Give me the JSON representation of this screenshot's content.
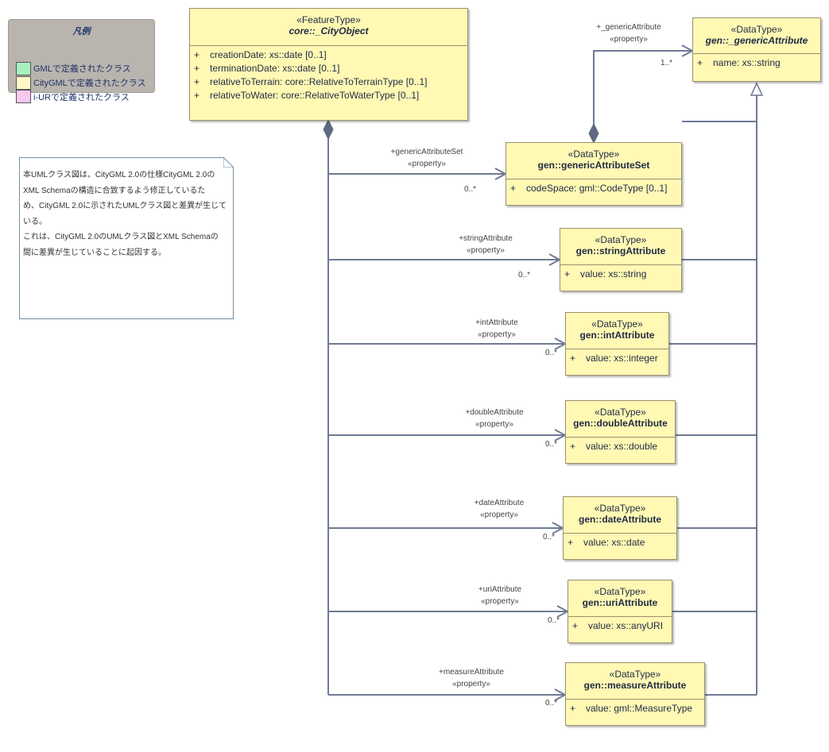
{
  "legend": {
    "title": "凡例",
    "items": [
      {
        "label": "GMLで定義されたクラス",
        "color": "#a8f0c0"
      },
      {
        "label": "CityGMLで定義されたクラス",
        "color": "#fff9c8"
      },
      {
        "label": "i-URで定義されたクラス",
        "color": "#f8c8f0"
      }
    ]
  },
  "note": {
    "lines": [
      "本UMLクラス図は、CityGML 2.0の仕様CityGML 2.0の",
      "XML Schemaの構造に合致するよう修正しているた",
      "め、CityGML 2.0に示されたUMLクラス図と差異が生じて",
      "いる。",
      "これは、CityGML 2.0のUMLクラス図とXML Schemaの",
      "間に差異が生じていることに起因する。"
    ]
  },
  "classes": {
    "city_object": {
      "stereotype": "«FeatureType»",
      "name": "core::_CityObject",
      "attributes": [
        {
          "vis": "+",
          "text": "creationDate: xs::date [0..1]"
        },
        {
          "vis": "+",
          "text": "terminationDate: xs::date [0..1]"
        },
        {
          "vis": "+",
          "text": "relativeToTerrain: core::RelativeToTerrainType [0..1]"
        },
        {
          "vis": "+",
          "text": "relativeToWater: core::RelativeToWaterType [0..1]"
        }
      ]
    },
    "generic_attribute": {
      "stereotype": "«DataType»",
      "name": "gen::_genericAttribute",
      "attributes": [
        {
          "vis": "+",
          "text": "name: xs::string"
        }
      ]
    },
    "generic_attribute_set": {
      "stereotype": "«DataType»",
      "name": "gen::genericAttributeSet",
      "attributes": [
        {
          "vis": "+",
          "text": "codeSpace: gml::CodeType [0..1]"
        }
      ]
    },
    "string_attribute": {
      "stereotype": "«DataType»",
      "name": "gen::stringAttribute",
      "attributes": [
        {
          "vis": "+",
          "text": "value: xs::string"
        }
      ]
    },
    "int_attribute": {
      "stereotype": "«DataType»",
      "name": "gen::intAttribute",
      "attributes": [
        {
          "vis": "+",
          "text": "value: xs::integer"
        }
      ]
    },
    "double_attribute": {
      "stereotype": "«DataType»",
      "name": "gen::doubleAttribute",
      "attributes": [
        {
          "vis": "+",
          "text": "value: xs::double"
        }
      ]
    },
    "date_attribute": {
      "stereotype": "«DataType»",
      "name": "gen::dateAttribute",
      "attributes": [
        {
          "vis": "+",
          "text": "value: xs::date"
        }
      ]
    },
    "uri_attribute": {
      "stereotype": "«DataType»",
      "name": "gen::uriAttribute",
      "attributes": [
        {
          "vis": "+",
          "text": "value: xs::anyURI"
        }
      ]
    },
    "measure_attribute": {
      "stereotype": "«DataType»",
      "name": "gen::measureAttribute",
      "attributes": [
        {
          "vis": "+",
          "text": "value: gml::MeasureType"
        }
      ]
    }
  },
  "associations": {
    "generic_attribute": {
      "role": "+_genericAttribute",
      "stereotype": "«property»",
      "multiplicity": "1..*"
    },
    "generic_attribute_set": {
      "role": "+genericAttributeSet",
      "stereotype": "«property»",
      "multiplicity": "0..*"
    },
    "string_attribute": {
      "role": "+stringAttribute",
      "stereotype": "«property»",
      "multiplicity": "0..*"
    },
    "int_attribute": {
      "role": "+intAttribute",
      "stereotype": "«property»",
      "multiplicity": "0..*"
    },
    "double_attribute": {
      "role": "+doubleAttribute",
      "stereotype": "«property»",
      "multiplicity": "0..*"
    },
    "date_attribute": {
      "role": "+dateAttribute",
      "stereotype": "«property»",
      "multiplicity": "0..*"
    },
    "uri_attribute": {
      "role": "+uriAttribute",
      "stereotype": "«property»",
      "multiplicity": "0..*"
    },
    "measure_attribute": {
      "role": "+measureAttribute",
      "stereotype": "«property»",
      "multiplicity": "0..*"
    }
  },
  "colors": {
    "line": "#6f7a94",
    "class_fill": "#fff9b4",
    "class_border": "#9b8f70"
  }
}
